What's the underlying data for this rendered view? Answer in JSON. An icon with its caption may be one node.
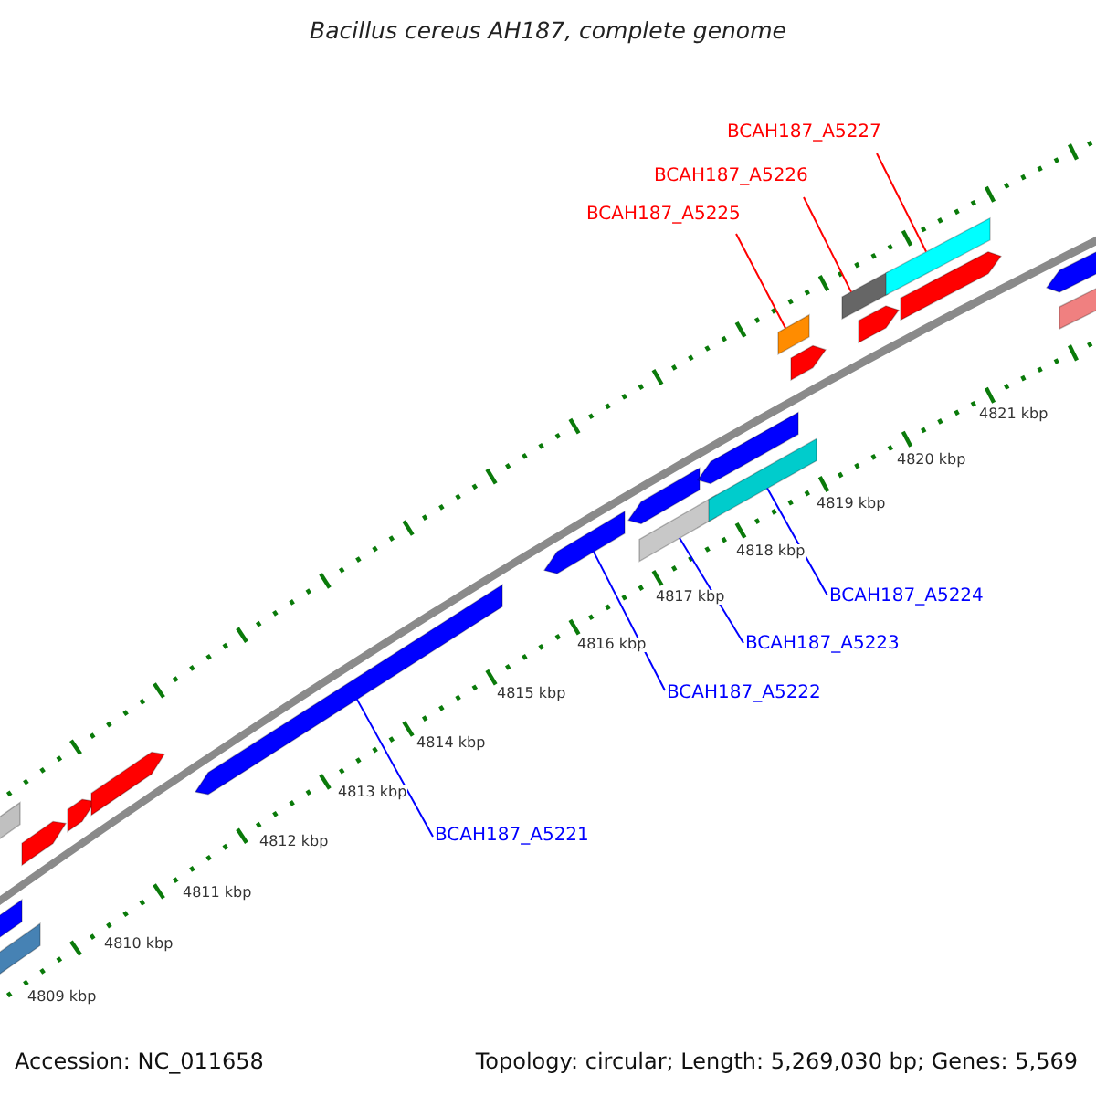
{
  "diagram": {
    "title": "Bacillus cereus AH187, complete genome",
    "nodes": [
      {
        "text": [
          "BCAH187_A5227"
        ]
      },
      {
        "text": [
          "BCAH187_A5226"
        ]
      },
      {
        "text": [
          "BCAH187_A5225"
        ]
      },
      {
        "text": [
          "BCAH187_A5224"
        ]
      },
      {
        "text": [
          "BCAH187_A5223"
        ]
      },
      {
        "text": [
          "BCAH187_A5222"
        ]
      },
      {
        "text": [
          "BCAH187_A5221"
        ]
      },
      {
        "text": [],
        "shape": "bar"
      },
      {
        "text": [],
        "shape": "bar"
      },
      {
        "text": [],
        "shape": "bar"
      },
      {
        "text": [],
        "shape": "bar"
      },
      {
        "text": [],
        "shape": "bar"
      },
      {
        "text": [],
        "shape": "bar"
      },
      {
        "text": [],
        "shape": "bar"
      },
      {
        "text": [],
        "shape": "bar"
      },
      {
        "text": [],
        "shape": "bar"
      },
      {
        "text": [],
        "shape": "bar"
      },
      {
        "text": [],
        "shape": "bar"
      },
      {
        "text": [],
        "shape": "bar"
      },
      {
        "text": [],
        "shape": "bar"
      },
      {
        "text": [],
        "shape": "bar"
      },
      {
        "text": [],
        "shape": "bar"
      },
      {
        "text": [],
        "shape": "bar"
      },
      {
        "text": [],
        "shape": "bar"
      },
      {
        "text": [],
        "shape": "bar"
      },
      {
        "text": [],
        "shape": "bar"
      },
      {
        "text": [],
        "shape": "bar"
      }
    ],
    "edges": [
      {
        "from": 0,
        "to": 23,
        "arrow": "none",
        "color": "#ff0000"
      },
      {
        "from": 1,
        "to": 21,
        "arrow": "none",
        "color": "#ff0000"
      },
      {
        "from": 2,
        "to": 19,
        "arrow": "none",
        "color": "#ff0000"
      },
      {
        "from": 3,
        "to": 18,
        "arrow": "none"
      },
      {
        "from": 4,
        "to": 16,
        "arrow": "none"
      },
      {
        "from": 5,
        "to": 14,
        "arrow": "none"
      },
      {
        "from": 6,
        "to": 13,
        "arrow": "none"
      }
    ],
    "labels": [
      "4821 kbp",
      "4820 kbp",
      "4819 kbp",
      "4818 kbp",
      "4817 kbp",
      "4816 kbp",
      "4815 kbp",
      "4814 kbp",
      "4813 kbp",
      "4812 kbp",
      "4811 kbp",
      "4810 kbp",
      "4809 kbp",
      "Accession: NC_011658",
      "Topology: circular; Length: 5,269,030 bp; Genes: 5,569"
    ]
  }
}
